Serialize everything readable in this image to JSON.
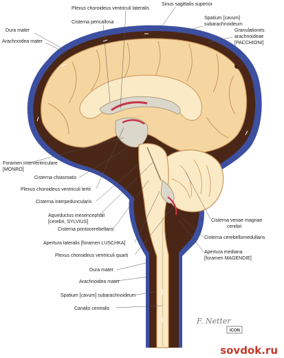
{
  "labels": {
    "plexus_choroideus_ventriculi_lateralis": "Plexus choroideus ventriculi lateralis",
    "cisterna_pericallosa": "Cisterna pericallosa",
    "sinus_sagittalis_superior": "Sinus sagittalis superior",
    "spatium_subarachnoideum_top_1": "Spatium [cavum]",
    "spatium_subarachnoideum_top_2": "subarachnoideum",
    "granulationes_1": "Granulationes",
    "granulationes_2": "arachnoideae",
    "granulationes_3": "[PACCHIONI]",
    "dura_mater_top": "Dura mater",
    "arachnoidea_mater_top": "Arachnoidea mater",
    "foramen_interventriculare_1": "Foramen interventriculare",
    "foramen_interventriculare_2": "[MONRO]",
    "cisterna_chiasmatis": "Cisterna chiasmatis",
    "plexus_choroideus_ventriculi_tertii": "Plexus choroideus ventriculi tertii",
    "cisterna_interpeduncularis": "Cisterna interpeduncularis",
    "aqueductus_1": "Aqueductus mesencephali",
    "aqueductus_2": "[cerebri, SYLVIUS]",
    "cisterna_pontocerebellaris": "Cisterna pontocerebellaris",
    "apertura_lateralis": "Apertura lateralis [foramen LUSCHKA]",
    "plexus_choroideus_ventriculi_quarti": "Plexus choroideus ventriculi quarti",
    "dura_mater_bottom": "Dura mater",
    "arachnoidea_mater_bottom": "Arachnoidea mater",
    "spatium_subarachnoideum_bottom": "Spatium [cavum] subarachnoideum",
    "canalis_centralis": "Canalis centralis",
    "cisterna_venae_magnae_1": "Cisterna venae magnae",
    "cisterna_venae_magnae_2": "cerebri",
    "cisterna_cerebellomedullaris": "Cisterna cerebellomedullaris",
    "apertura_mediana_1": "Apertura mediana",
    "apertura_mediana_2": "[foramen MAGENDIE]"
  },
  "watermark": "sovdok.ru",
  "signature": "F. Netter",
  "publisher_logo": "ICON",
  "colors": {
    "dura": "#3d4fa0",
    "dark_space": "#4a2616",
    "cortex": "#f6d6a0",
    "cortex_edge": "#c9955a",
    "white_matter": "#fbeac6",
    "ventricle": "#dcd7cb",
    "plexus": "#c9344a",
    "watermark": "#c0392b"
  }
}
